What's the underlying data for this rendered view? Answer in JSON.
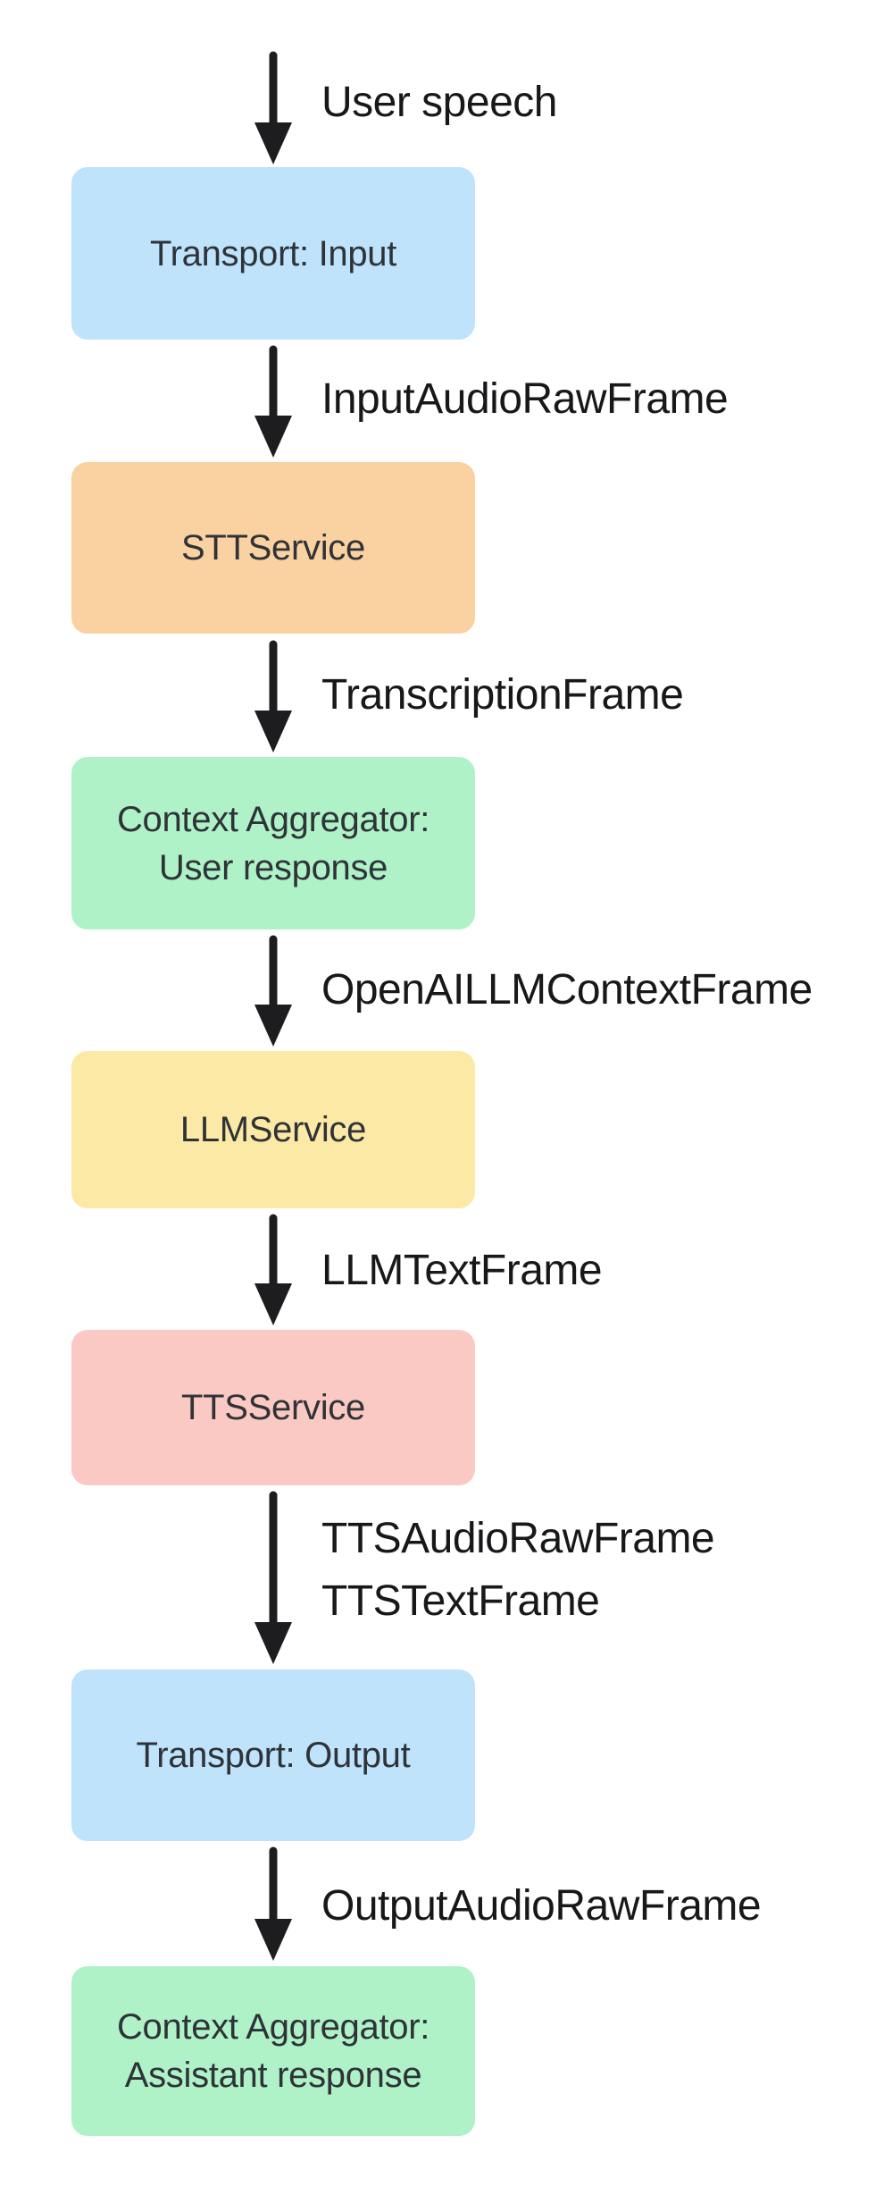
{
  "diagram": {
    "description": "Voice pipeline flow diagram",
    "background": "#FFFFFF",
    "arrow_color": "#1D1D1F",
    "nodes": [
      {
        "name": "transport-input",
        "lines": [
          "Transport: Input"
        ],
        "color": "#BEE3FB"
      },
      {
        "name": "stt-service",
        "lines": [
          "STTService"
        ],
        "color": "#FAD1A1"
      },
      {
        "name": "context-aggregator-user",
        "lines": [
          "Context Aggregator:",
          "User response"
        ],
        "color": "#AFF2C8"
      },
      {
        "name": "llm-service",
        "lines": [
          "LLMService"
        ],
        "color": "#FBE9A5"
      },
      {
        "name": "tts-service",
        "lines": [
          "TTSService"
        ],
        "color": "#FBC9C4"
      },
      {
        "name": "transport-output",
        "lines": [
          "Transport: Output"
        ],
        "color": "#BEE3FB"
      },
      {
        "name": "context-aggregator-assistant",
        "lines": [
          "Context Aggregator:",
          "Assistant response"
        ],
        "color": "#AFF2C8"
      }
    ],
    "edges": [
      {
        "labels": [
          "User speech"
        ]
      },
      {
        "labels": [
          "InputAudioRawFrame"
        ]
      },
      {
        "labels": [
          "TranscriptionFrame"
        ]
      },
      {
        "labels": [
          "OpenAILLMContextFrame"
        ]
      },
      {
        "labels": [
          "LLMTextFrame"
        ]
      },
      {
        "labels": [
          "TTSAudioRawFrame",
          "TTSTextFrame"
        ]
      },
      {
        "labels": [
          "OutputAudioRawFrame"
        ]
      }
    ]
  }
}
